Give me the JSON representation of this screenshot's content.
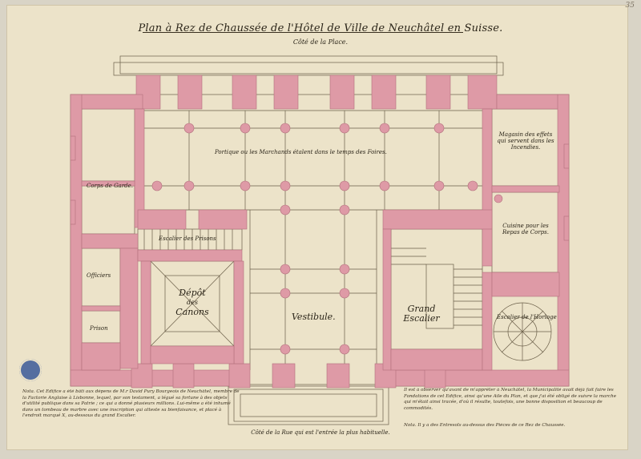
{
  "folio": "35",
  "title": "Plan à Rez de Chaussée de l'Hôtel de Ville de Neuchâtel en Suisse.",
  "subtitle": "Côté de la Place.",
  "rooms": {
    "portique": "Portique ou les Marchands étalent dans le temps des Foires.",
    "corps_de_garde": "Corps de Garde.",
    "magasin": "Magasin des effets qui servent dans les Incendies.",
    "escalier_prisons": "Escalier des Prisons",
    "cuisine": "Cuisine pour les Repas de Corps.",
    "officiers": "Officiers",
    "prison": "Prison",
    "depot_l1": "Dépôt",
    "depot_l2": "des",
    "depot_l3": "Canons",
    "vestibule": "Vestibule.",
    "grand_escalier_l1": "Grand",
    "grand_escalier_l2": "Escalier",
    "escalier_horloge": "Escalier de l'Horloge"
  },
  "notes": {
    "left": "Nota. Cet Edifice a été bâti aux dépens de M.r David Pury Bourgeois de Neuchâtel, membre de la Factorie Anglaise à Lisbonne, lequel, par son testament, a légué sa fortune à des objets d'utilité publique dans sa Patrie ; ce qui a donné plusieurs millions. Lui-même a été inhumé dans un tombeau de marbre avec une inscription qui atteste sa bienfaisance, et placé à l'endroit marqué X, au-dessous du grand Escalier.",
    "right": "Il est à observer qu'avant de m'apprêter à Neuchâtel, la Municipalité avait déjà fait faire les Fondations de cet Edifice, ainsi qu'une Aile du Plan, et que j'ai été obligé de suivre la marche qui m'était ainsi tracée, d'où il résulte, toutefois, une bonne disposition et beaucoup de commodités.",
    "right_tail": "Nota. Il y a des Entresols au-dessus des Pièces de ce Rez de Chaussée."
  },
  "footer": "Côté de la Rue qui est l'entrée la plus habituelle.",
  "colors": {
    "paper": "#ece3c9",
    "wall": "#de9aa6",
    "ink": "#3a3020"
  }
}
